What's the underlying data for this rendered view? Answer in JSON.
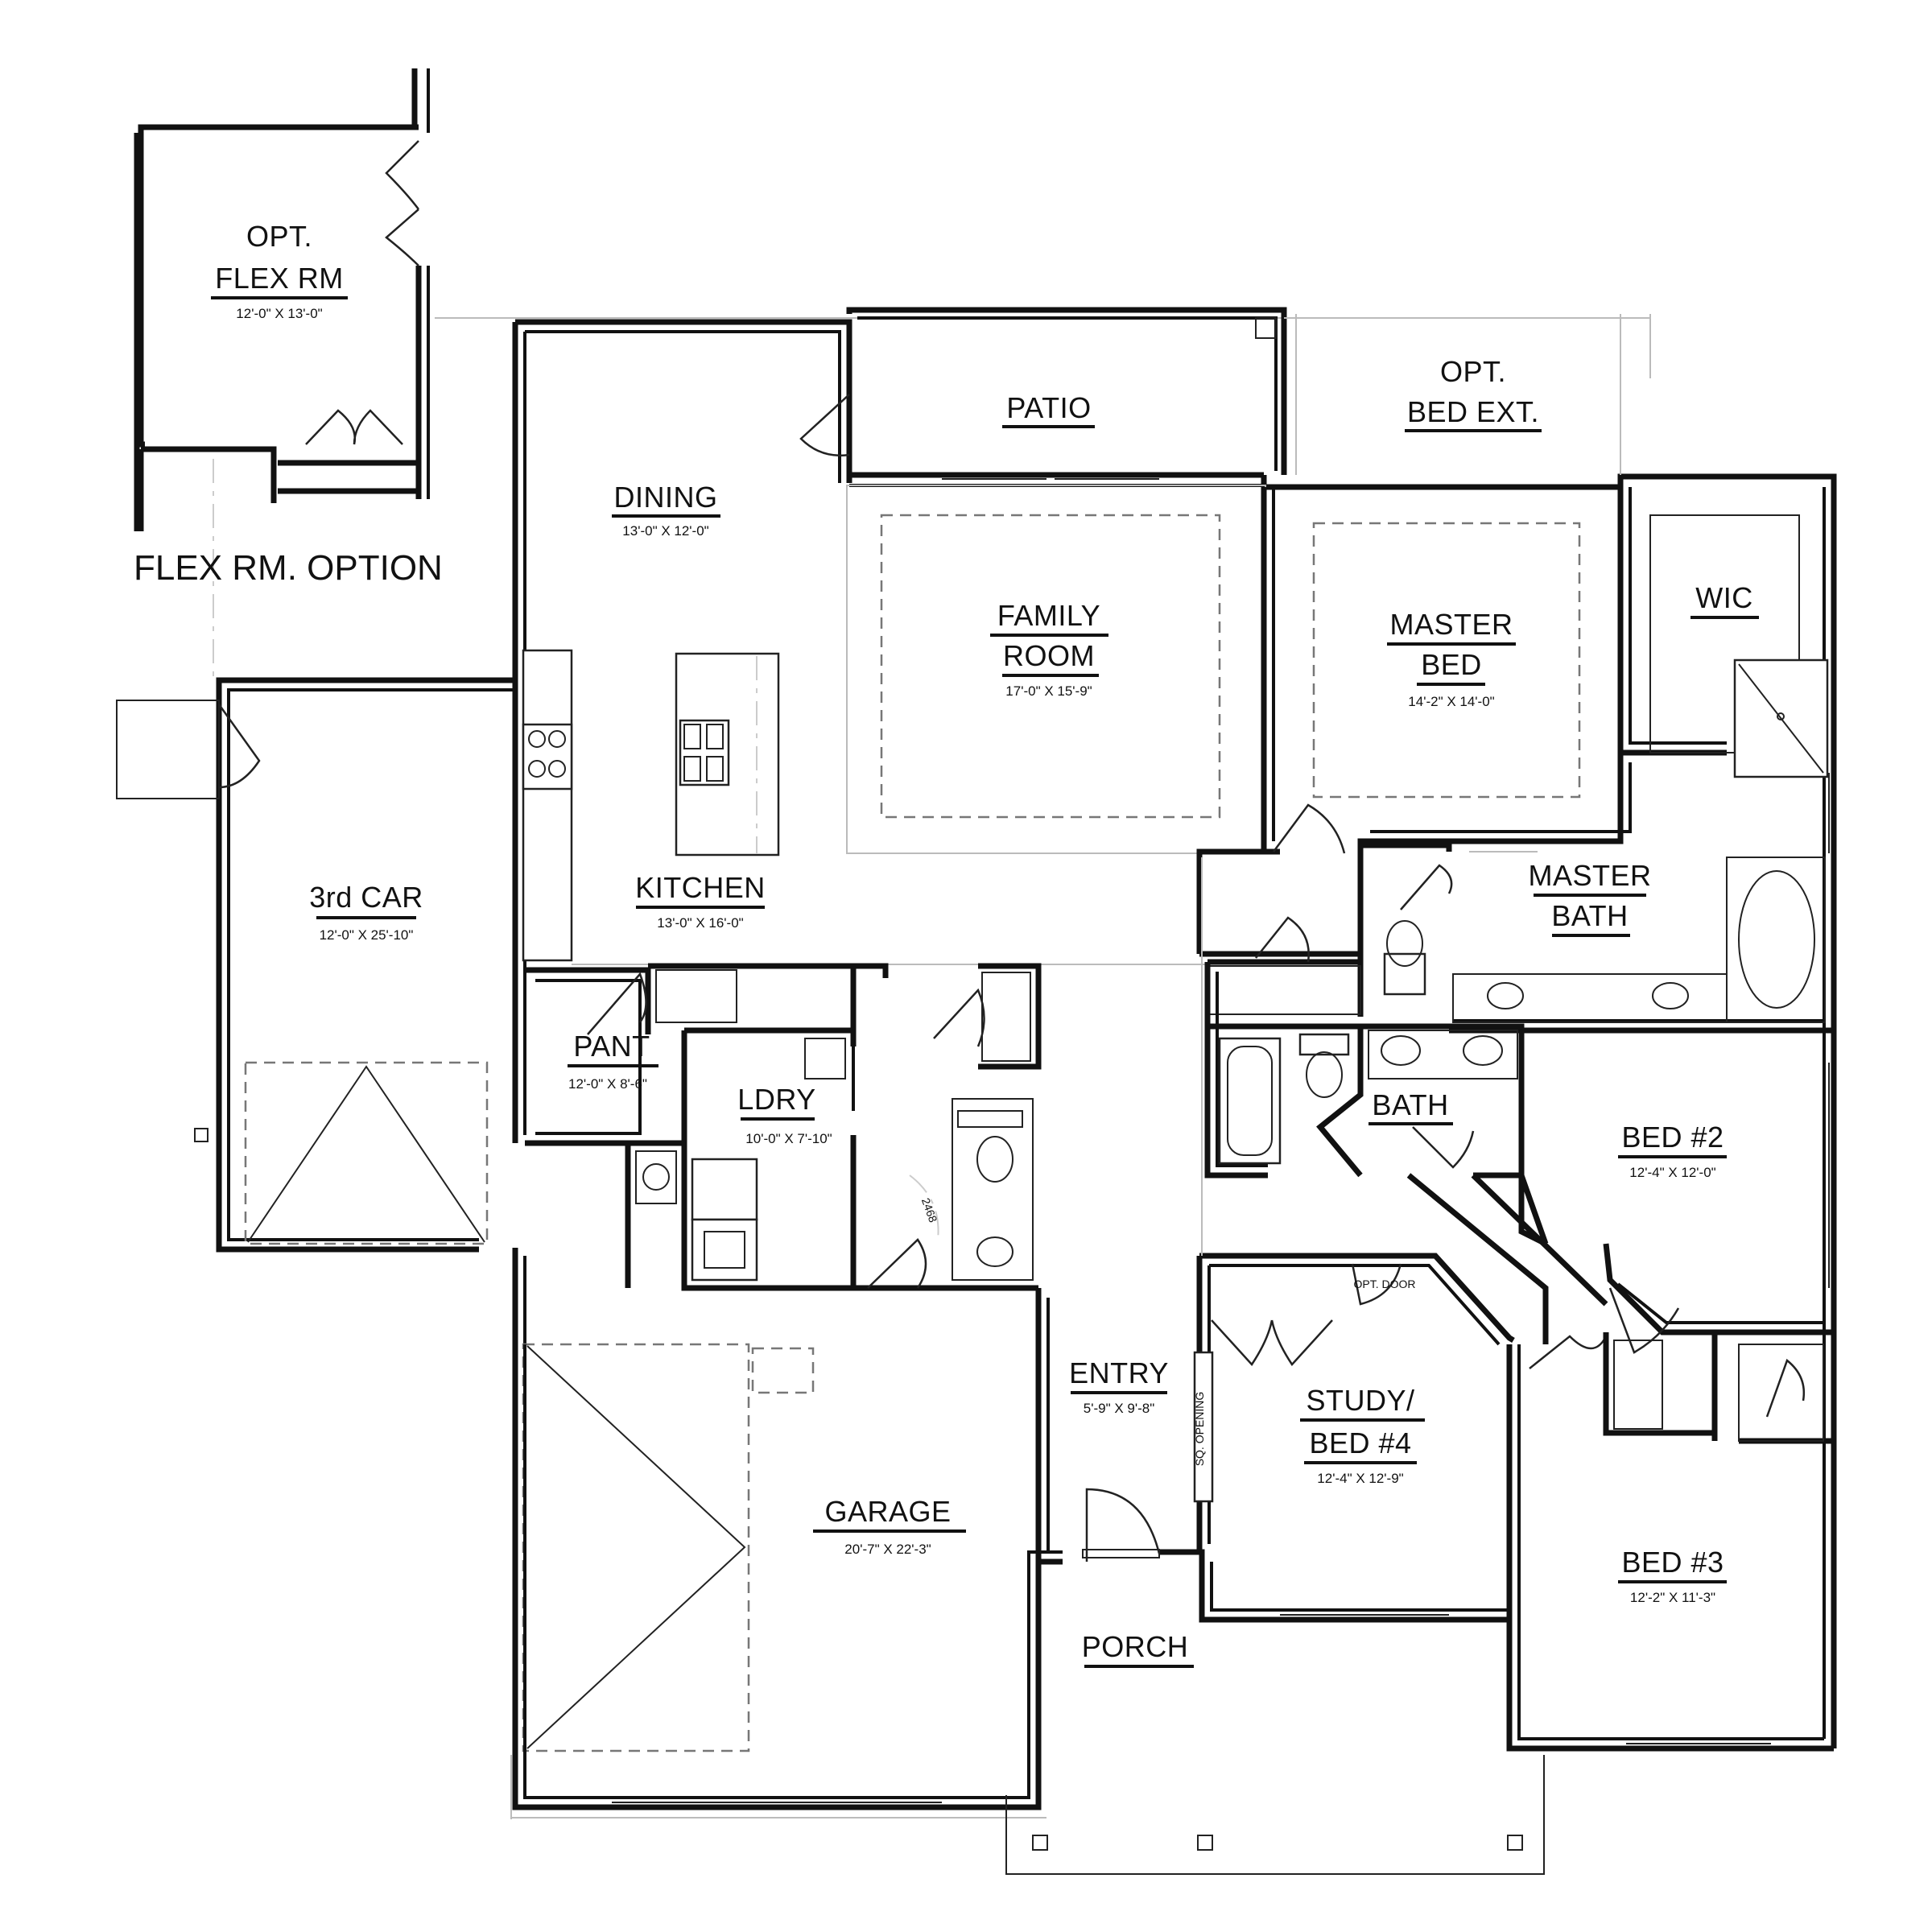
{
  "title": "FLEX RM. OPTION",
  "rooms": {
    "flex_opt": "OPT.",
    "flex_rm": "FLEX RM",
    "flex_dim": "12'-0\" X 13'-0\"",
    "patio": "PATIO",
    "bed_ext_opt": "OPT.",
    "bed_ext": "BED EXT.",
    "dining": "DINING",
    "dining_dim": "13'-0\" X 12'-0\"",
    "family_1": "FAMILY",
    "family_2": "ROOM",
    "family_dim": "17'-0\" X 15'-9\"",
    "master_bed_1": "MASTER",
    "master_bed_2": "BED",
    "master_bed_dim": "14'-2\" X 14'-0\"",
    "wic": "WIC",
    "third_car": "3rd CAR",
    "third_car_dim": "12'-0\" X 25'-10\"",
    "kitchen": "KITCHEN",
    "kitchen_dim": "13'-0\" X 16'-0\"",
    "master_bath_1": "MASTER",
    "master_bath_2": "BATH",
    "pant": "PANT",
    "pant_dim": "12'-0\" X 8'-6\"",
    "ldry": "LDRY",
    "ldry_dim": "10'-0\" X 7'-10\"",
    "bath": "BATH",
    "bed2": "BED #2",
    "bed2_dim": "12'-4\" X 12'-0\"",
    "entry": "ENTRY",
    "entry_dim": "5'-9\" X 9'-8\"",
    "study_1": "STUDY/",
    "study_2": "BED #4",
    "study_dim": "12'-4\" X 12'-9\"",
    "garage": "GARAGE",
    "garage_dim": "20'-7\" X 22'-3\"",
    "porch": "PORCH",
    "bed3": "BED #3",
    "bed3_dim": "12'-2\" X 11'-3\""
  },
  "notes": {
    "sq_opening": "SQ. OPENING",
    "opt_door": "OPT. DOOR",
    "door_size": "2468"
  }
}
